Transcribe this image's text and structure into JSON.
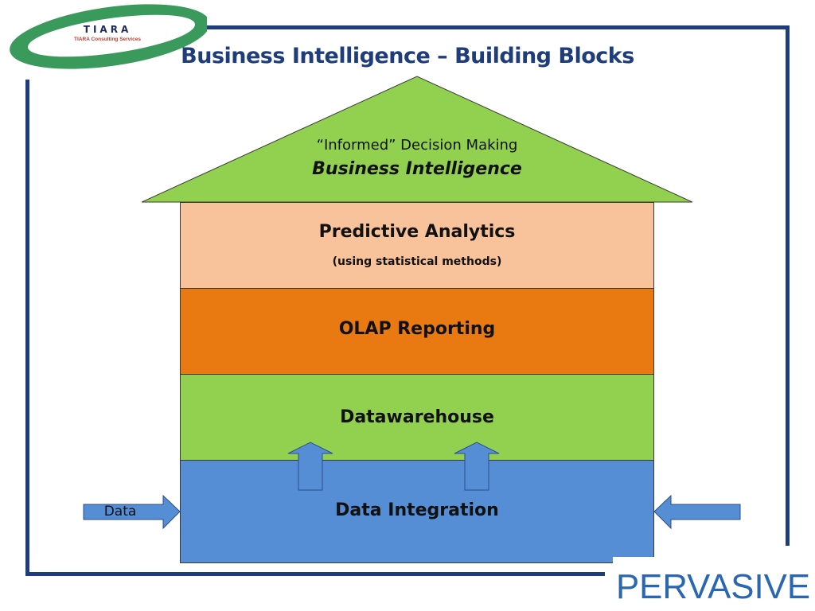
{
  "header": {
    "title": "Business Intelligence – Building Blocks"
  },
  "logo_top": {
    "name": "TIARA",
    "subtitle": "TIARA Consulting Services"
  },
  "logo_bottom": {
    "text": "PERVASIVE"
  },
  "diagram": {
    "roof": {
      "line1": "“Informed” Decision Making",
      "line2": "Business Intelligence"
    },
    "layers": [
      {
        "title": "Predictive Analytics",
        "subtitle": "(using statistical methods)",
        "color": "#f8c29a"
      },
      {
        "title": "OLAP Reporting",
        "color": "#e97a12"
      },
      {
        "title": "Datawarehouse",
        "color": "#92d050"
      },
      {
        "title": "Data Integration",
        "color": "#558ed5"
      }
    ],
    "data_arrow_label": "Data",
    "roof_color": "#92d050",
    "arrow_color": "#558ed5",
    "frame_color": "#1f3d7a"
  }
}
